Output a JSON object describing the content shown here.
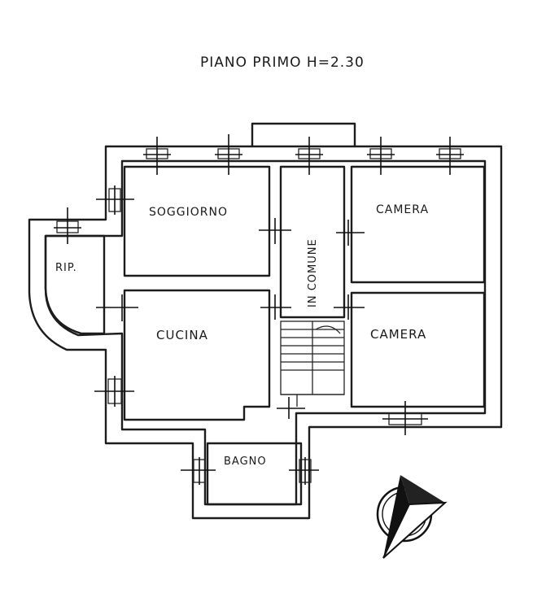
{
  "title": "PIANO   PRIMO  H=2.30",
  "rooms": {
    "soggiorno": "SOGGIORNO",
    "camera_top": "CAMERA",
    "camera_bottom": "CAMERA",
    "cucina": "CUCINA",
    "ripostiglio": "RIP.",
    "corridor": "IN COMUNE",
    "bagno": "BAGNO"
  },
  "icons": {
    "north_arrow": "compass-north-icon"
  },
  "colors": {
    "ink": "#1c1c1c",
    "paper": "#ffffff"
  }
}
